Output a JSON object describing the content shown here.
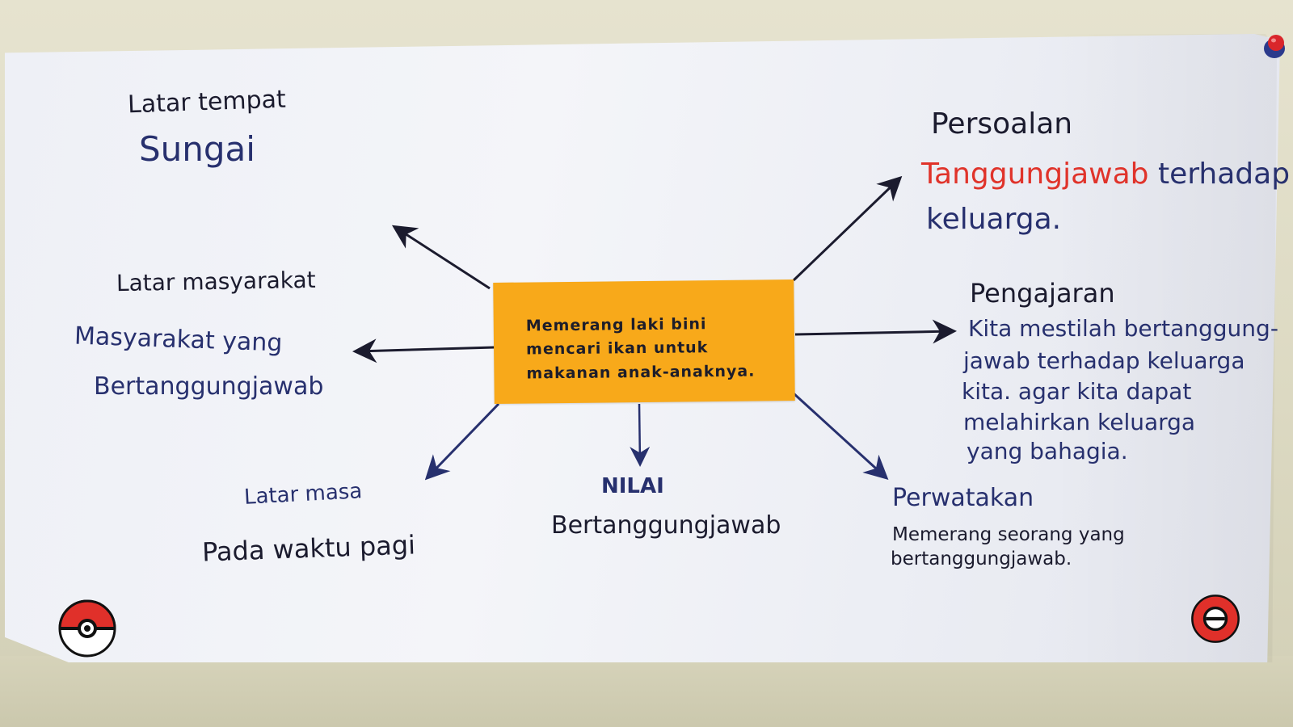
{
  "center": {
    "lines": [
      "Memerang laki bini",
      "mencari ikan untuk",
      "makanan anak-anaknya."
    ]
  },
  "latar_tempat": {
    "heading": "Latar tempat",
    "value": "Sungai"
  },
  "latar_masyarakat": {
    "heading": "Latar masyarakat",
    "lines": [
      "Masyarakat yang",
      "Bertanggungjawab"
    ]
  },
  "latar_masa": {
    "heading": "Latar masa",
    "value": "Pada waktu pagi"
  },
  "nilai": {
    "heading": "NILAI",
    "value": "Bertanggungjawab"
  },
  "persoalan": {
    "heading": "Persoalan",
    "highlight": "Tanggungjawab",
    "rest": "terhadap",
    "line2": "keluarga."
  },
  "pengajaran": {
    "heading": "Pengajaran",
    "lines": [
      "Kita mestilah bertanggung-",
      "jawab terhadap keluarga",
      "kita. agar kita dapat",
      "melahirkan keluarga",
      "yang bahagia."
    ]
  },
  "perwatakan": {
    "heading": "Perwatakan",
    "lines": [
      "Memerang seorang yang",
      "bertanggungjawab."
    ]
  },
  "colors": {
    "center_box": "#f8a91a",
    "navy_ink": "#27306e",
    "black_ink": "#1b1b2e",
    "red_ink": "#e0332a",
    "poster": "#f0f1f6"
  },
  "icons": [
    "pokeball-icon",
    "pokeball-icon",
    "pushpin-icon"
  ]
}
